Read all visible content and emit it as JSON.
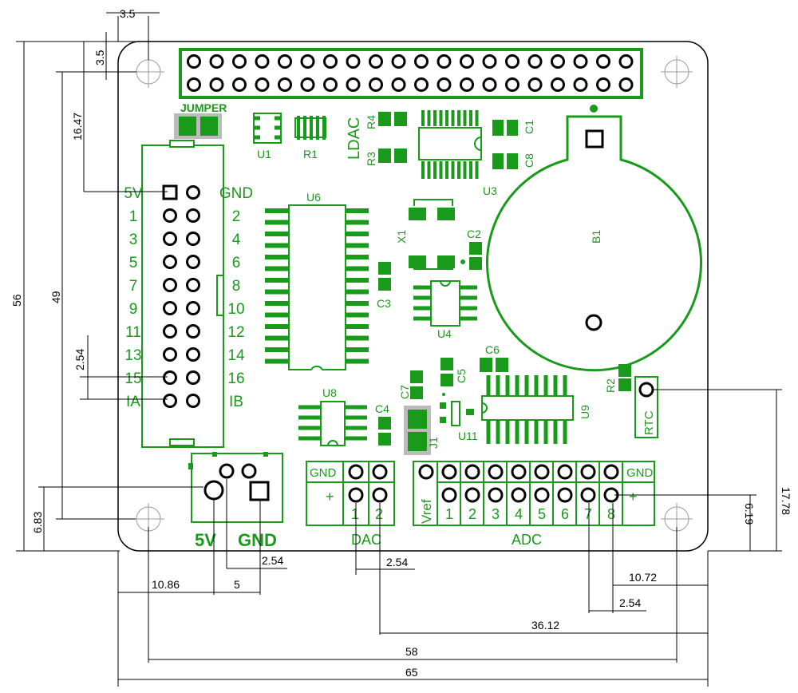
{
  "colors": {
    "pcb": "#1a9a1a",
    "outline": "#000000",
    "board": "#ffffff"
  },
  "header_pins": {
    "count_per_row": 20,
    "rows": 2
  },
  "labels": {
    "jumper": "JUMPER",
    "u1": "U1",
    "r1": "R1",
    "ldac": "LDAC",
    "r4": "R4",
    "r3": "R3",
    "u3": "U3",
    "c1": "C1",
    "c8": "C8",
    "b1": "B1",
    "u6": "U6",
    "x1": "X1",
    "c2": "C2",
    "c3": "C3",
    "u4": "U4",
    "c6": "C6",
    "c5": "C5",
    "c7": "C7",
    "r2": "R2",
    "rtc": "RTC",
    "u8": "U8",
    "c4": "C4",
    "j1": "J1",
    "u11": "U11",
    "u9": "U9",
    "five_v": "5V",
    "gnd": "GND",
    "dac": "DAC",
    "adc": "ADC",
    "vref": "Vref",
    "plus": "+",
    "gnd_small": "GND",
    "left_col": [
      "5V",
      "1",
      "3",
      "5",
      "7",
      "9",
      "11",
      "13",
      "15",
      "IA"
    ],
    "right_col": [
      "GND",
      "2",
      "4",
      "6",
      "8",
      "10",
      "12",
      "14",
      "16",
      "IB"
    ],
    "dac_pins": [
      "1",
      "2"
    ],
    "adc_pins": [
      "1",
      "2",
      "3",
      "4",
      "5",
      "6",
      "7",
      "8"
    ]
  },
  "dimensions": {
    "top_3_5": "3.5",
    "left_3_5": "3.5",
    "d16_47": "16.47",
    "d56": "56",
    "d49": "49",
    "d2_54": "2.54",
    "d6_83": "6.83",
    "d10_86": "10.86",
    "d5": "5",
    "d2_54_b": "2.54",
    "d2_54_c": "2.54",
    "d10_72": "10.72",
    "d2_54_d": "2.54",
    "d36_12": "36.12",
    "d58": "58",
    "d65": "65",
    "d17_78": "17.78",
    "d6_19": "6.19"
  }
}
